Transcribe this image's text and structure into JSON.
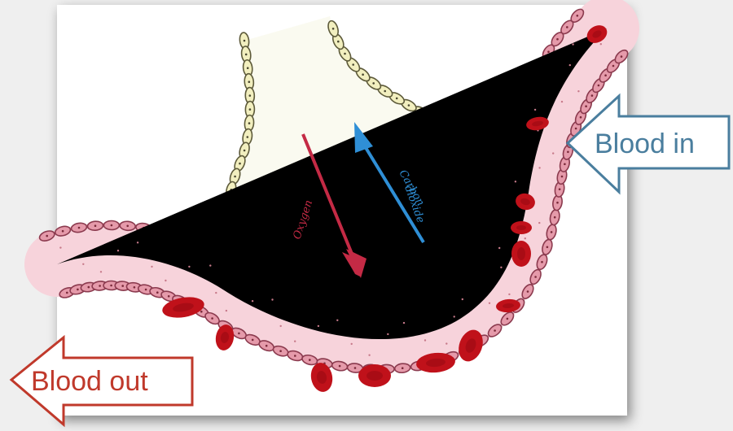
{
  "labels": {
    "blood_in": "Blood in",
    "blood_out": "Blood out",
    "oxygen": "Oxygen",
    "carbon_dioxide_line1": "Carbon",
    "carbon_dioxide_line2": "dioxide"
  },
  "colors": {
    "blood_in_arrow": "#4a7e9e",
    "blood_out_arrow": "#c0392b",
    "oxygen_arrow": "#c42a45",
    "carbon_dioxide_arrow": "#2f8fd6",
    "alveolus_cells": "#f2efbf",
    "vessel_fill": "#f7d3db",
    "vessel_cells": "#e59aaa",
    "red_blood_cell": "#c0111a"
  }
}
